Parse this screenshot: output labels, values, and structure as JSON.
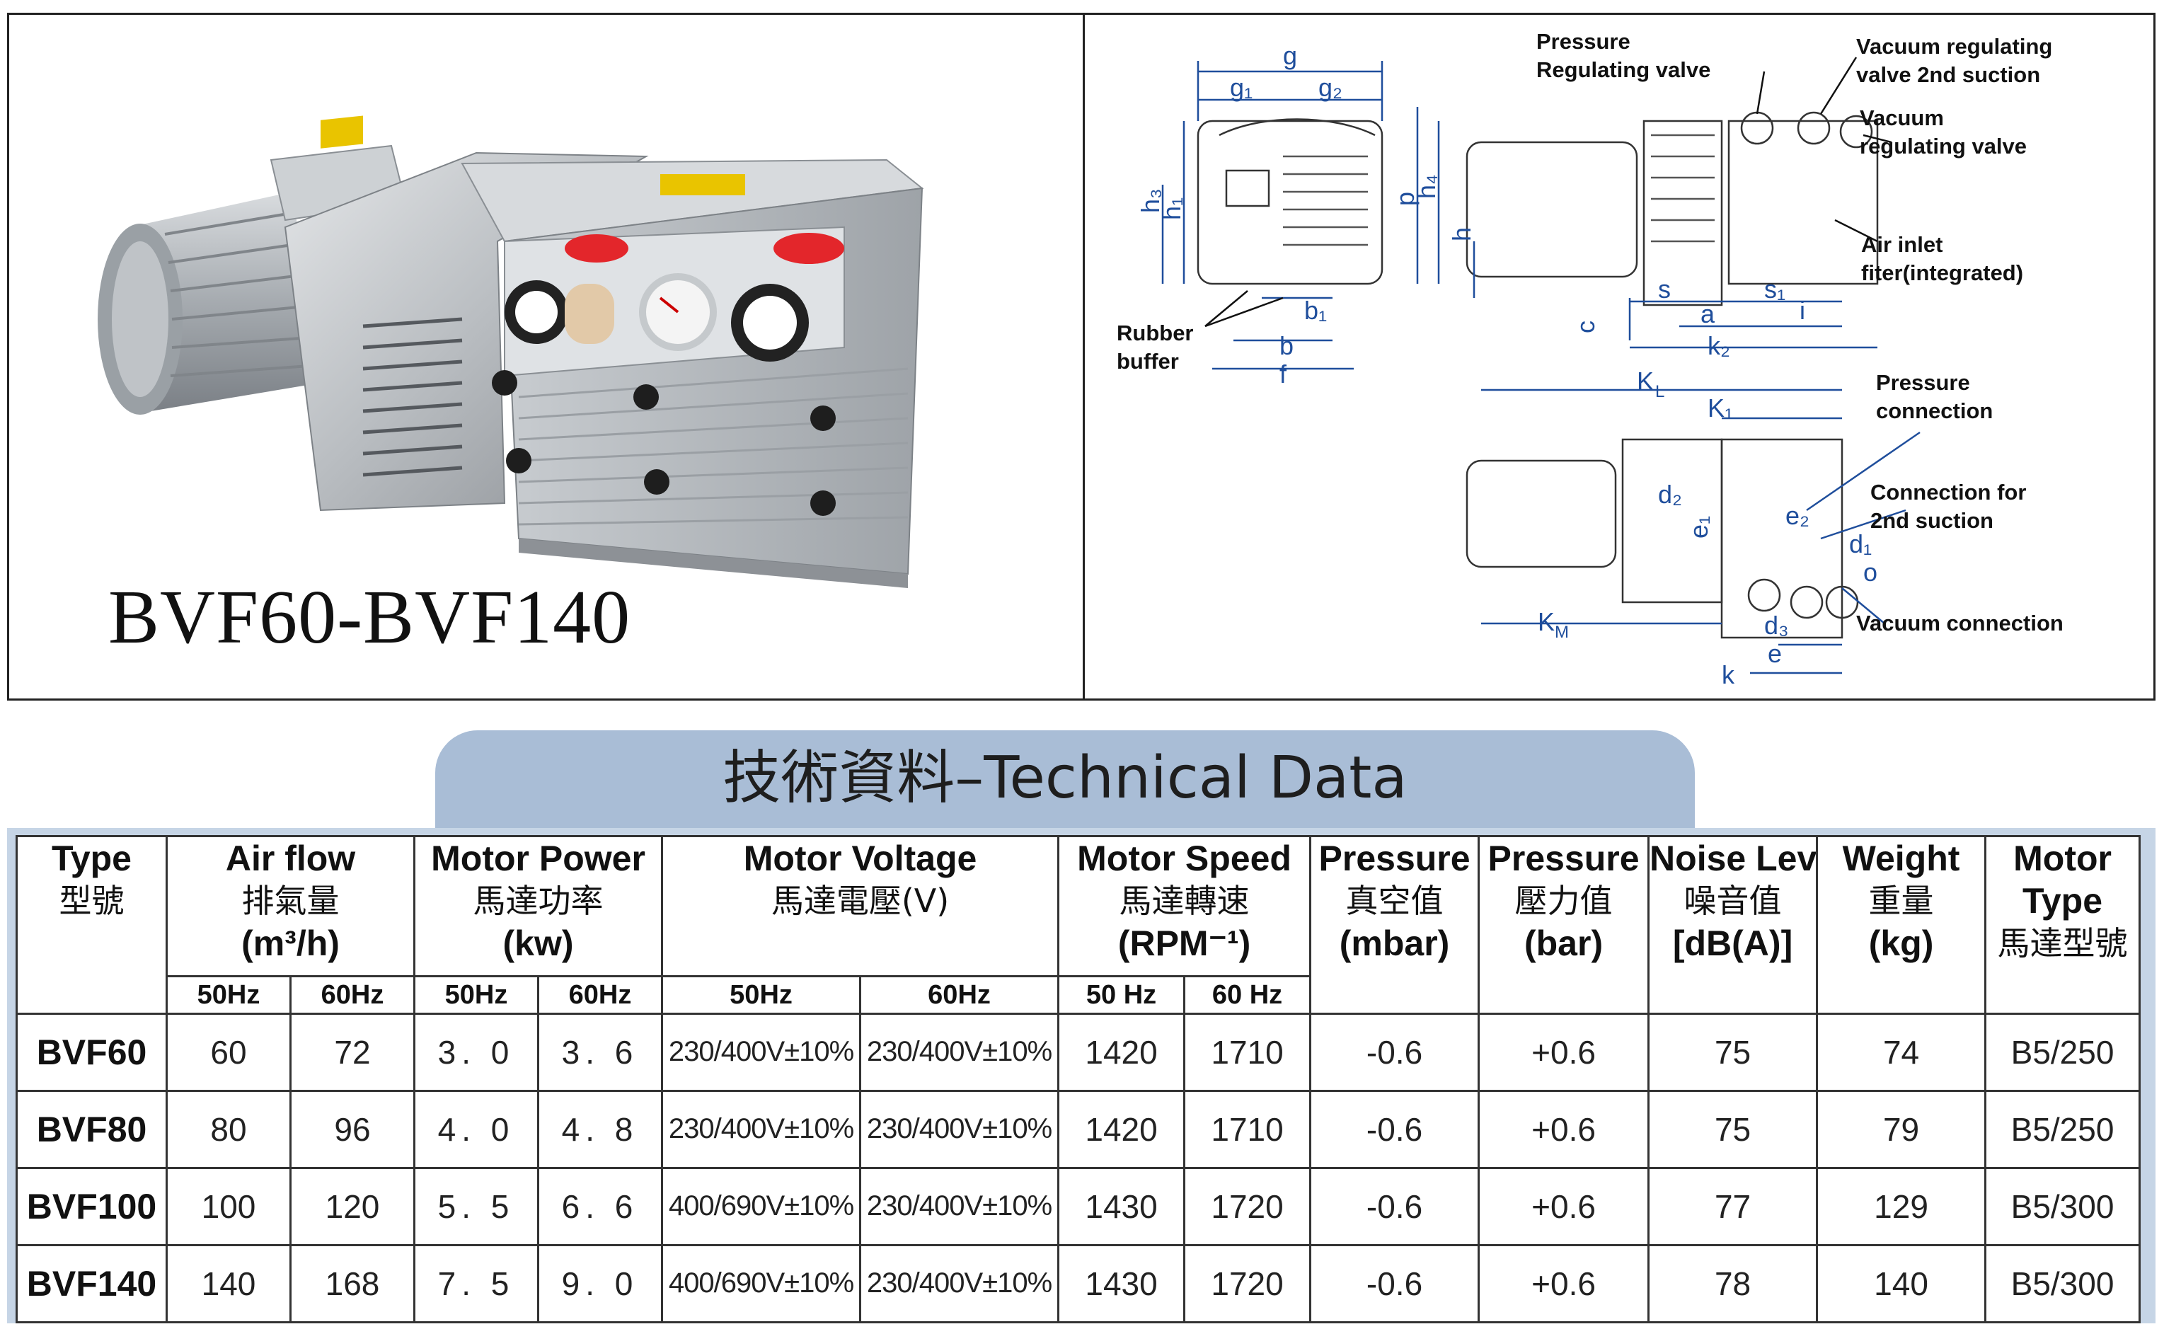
{
  "product": {
    "name": "BVF60-BVF140"
  },
  "diagram": {
    "callouts": {
      "pressure_valve": "Pressure\nRegulating valve",
      "vacuum_2nd": "Vacuum regulating\nvalve 2nd suction",
      "vacuum_valve": "Vacuum\nregulating valve",
      "air_inlet": "Air inlet\nfiter(integrated)",
      "rubber_buffer": "Rubber\nbuffer",
      "pressure_conn": "Pressure\nconnection",
      "conn_2nd": "Connection for\n2nd suction",
      "vacuum_conn": "Vacuum connection"
    },
    "dims": {
      "g": "g",
      "g1": "g₁",
      "g2": "g₂",
      "h3": "h₃",
      "h1": "h₁",
      "p": "p",
      "h4": "h₄",
      "b1": "b₁",
      "b": "b",
      "f": "f",
      "h": "h",
      "c": "c",
      "s": "s",
      "s1": "s₁",
      "i": "i",
      "a": "a",
      "k2": "k₂",
      "KL": "K",
      "KL_sub": "L",
      "K1": "K₁",
      "d2": "d₂",
      "e1": "e₁",
      "e2": "e₂",
      "d1": "d₁",
      "o": "o",
      "KM": "K",
      "KM_sub": "M",
      "d3": "d₃",
      "e": "e",
      "k": "k"
    }
  },
  "banner": {
    "title": "技術資料–Technical Data"
  },
  "table": {
    "headers": {
      "type": {
        "en": "Type",
        "zh": "型號"
      },
      "airflow": {
        "en": "Air flow",
        "zh": "排氣量",
        "unit": "(m³/h)"
      },
      "power": {
        "en": "Motor Power",
        "zh": "馬達功率",
        "unit": "(kw)"
      },
      "voltage": {
        "en": "Motor Voltage",
        "zh": "馬達電壓(V)"
      },
      "speed": {
        "en": "Motor Speed",
        "zh": "馬達轉速",
        "unit": "(RPM⁻¹)"
      },
      "pressure_vac": {
        "en": "Pressure",
        "zh": "真空值",
        "unit": "(mbar)"
      },
      "pressure": {
        "en": "Pressure",
        "zh": "壓力值",
        "unit": "(bar)"
      },
      "noise": {
        "en": "Noise Level",
        "zh": "噪音值",
        "unit": "[dB(A)]"
      },
      "weight": {
        "en": "Weight",
        "zh": "重量",
        "unit": "(kg)"
      },
      "motor": {
        "en": "Motor",
        "en2": "Type",
        "zh": "馬達型號"
      }
    },
    "hz": {
      "airflow_50": "50Hz",
      "airflow_60": "60Hz",
      "power_50": "50Hz",
      "power_60": "60Hz",
      "voltage_50": "50Hz",
      "voltage_60": "60Hz",
      "speed_50": "50 Hz",
      "speed_60": "60 Hz"
    },
    "rows": [
      {
        "model": "BVF60",
        "air50": "60",
        "air60": "72",
        "pw50": "3. 0",
        "pw60": "3. 6",
        "v50": "230/400V±10%",
        "v60": "230/400V±10%",
        "rpm50": "1420",
        "rpm60": "1710",
        "vac": "-0.6",
        "pres": "+0.6",
        "noise": "75",
        "weight": "74",
        "motor": "B5/250"
      },
      {
        "model": "BVF80",
        "air50": "80",
        "air60": "96",
        "pw50": "4. 0",
        "pw60": "4. 8",
        "v50": "230/400V±10%",
        "v60": "230/400V±10%",
        "rpm50": "1420",
        "rpm60": "1710",
        "vac": "-0.6",
        "pres": "+0.6",
        "noise": "75",
        "weight": "79",
        "motor": "B5/250"
      },
      {
        "model": "BVF100",
        "air50": "100",
        "air60": "120",
        "pw50": "5. 5",
        "pw60": "6. 6",
        "v50": "400/690V±10%",
        "v60": "230/400V±10%",
        "rpm50": "1430",
        "rpm60": "1720",
        "vac": "-0.6",
        "pres": "+0.6",
        "noise": "77",
        "weight": "129",
        "motor": "B5/300"
      },
      {
        "model": "BVF140",
        "air50": "140",
        "air60": "168",
        "pw50": "7. 5",
        "pw60": "9. 0",
        "v50": "400/690V±10%",
        "v60": "230/400V±10%",
        "rpm50": "1430",
        "rpm60": "1720",
        "vac": "-0.6",
        "pres": "+0.6",
        "noise": "78",
        "weight": "140",
        "motor": "B5/300"
      }
    ]
  }
}
